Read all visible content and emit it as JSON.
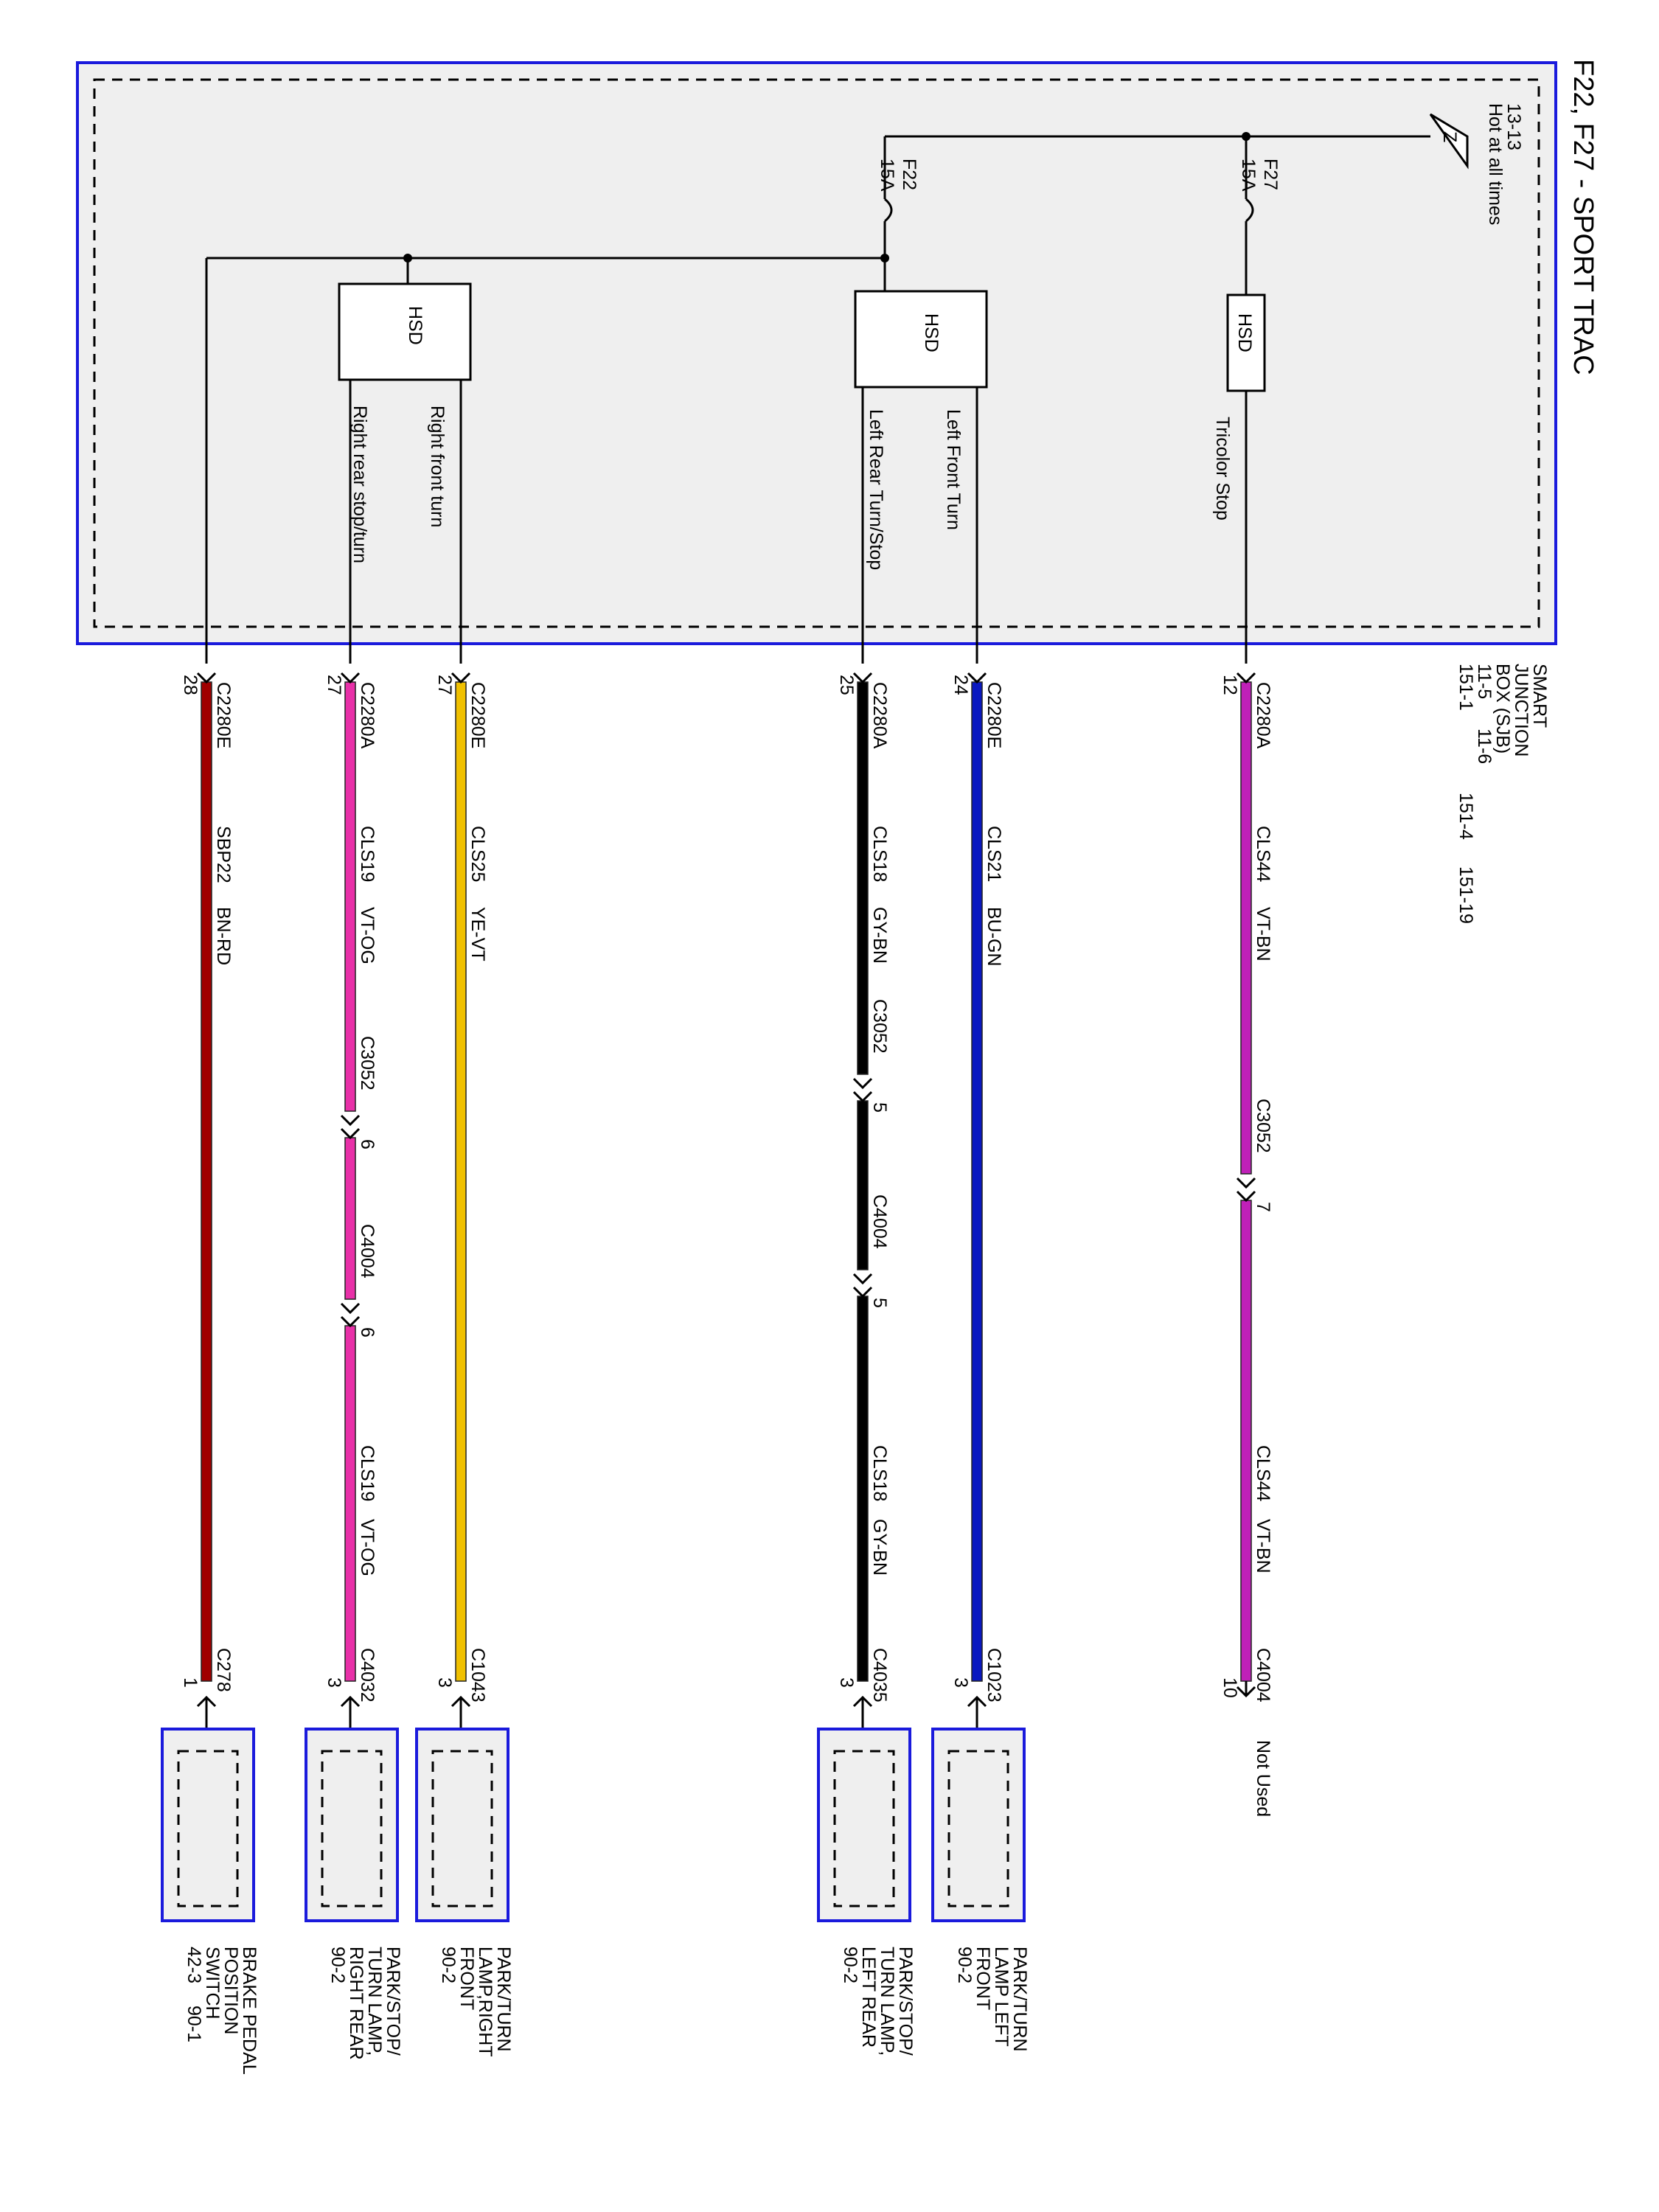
{
  "title": "F22, F27 - SPORT TRAC",
  "colors": {
    "frame": "#1a1adc",
    "module_fill": "#efefef",
    "wire_VT-BN": "#c020b8",
    "wire_BU-GN": "#0a18c0",
    "wire_GY-BN": "#000000",
    "wire_YE-VT": "#f0c000",
    "wire_VT-OG": "#e830a8",
    "wire_BN-RD": "#a00000"
  },
  "sjb": {
    "name_lines": [
      "SMART",
      "JUNCTION",
      "BOX (SJB)"
    ],
    "refs": [
      "11-5",
      "11-6",
      "151-1",
      "151-4",
      "151-19"
    ],
    "power": "Hot at all times",
    "power_ref": "13-13",
    "power_symbol": "Z"
  },
  "fuses": [
    {
      "id": "F27",
      "rating": "15A"
    },
    {
      "id": "F22",
      "rating": "15A"
    }
  ],
  "hsd_label": "HSD",
  "outputs": [
    "Tricolor Stop",
    "Left Front Turn",
    "Left Rear Turn/Stop",
    "Right front turn",
    "Right rear stop/turn"
  ],
  "circuits": [
    {
      "connector": "C2280A",
      "pin": "12",
      "circuit": "CLS44",
      "color": "VT-BN",
      "splices": [
        {
          "conn": "C3052",
          "pin": "7"
        }
      ],
      "circuit2": "CLS44",
      "color2": "VT-BN",
      "end_connector": "C4004",
      "end_pin": "10",
      "destination": "Not Used"
    },
    {
      "connector": "C2280E",
      "pin": "24",
      "circuit": "CLS21",
      "color": "BU-GN",
      "end_connector": "C1023",
      "end_pin": "3",
      "component_lines": [
        "PARK/TURN",
        "LAMP LEFT",
        "FRONT",
        "90-2"
      ]
    },
    {
      "connector": "C2280A",
      "pin": "25",
      "circuit": "CLS18",
      "color": "GY-BN",
      "splices": [
        {
          "conn": "C3052",
          "pin": "5"
        },
        {
          "conn": "C4004",
          "pin": "5"
        }
      ],
      "circuit2": "CLS18",
      "color2": "GY-BN",
      "end_connector": "C4035",
      "end_pin": "3",
      "component_lines": [
        "PARK/STOP/",
        "TURN LAMP,",
        "LEFT REAR",
        "90-2"
      ]
    },
    {
      "connector": "C2280E",
      "pin": "27",
      "circuit": "CLS25",
      "color": "YE-VT",
      "end_connector": "C1043",
      "end_pin": "3",
      "component_lines": [
        "PARK/TURN",
        "LAMP,RIGHT",
        "FRONT",
        "90-2"
      ]
    },
    {
      "connector": "C2280A",
      "pin": "27",
      "circuit": "CLS19",
      "color": "VT-OG",
      "splices": [
        {
          "conn": "C3052",
          "pin": "6"
        },
        {
          "conn": "C4004",
          "pin": "6"
        }
      ],
      "circuit2": "CLS19",
      "color2": "VT-OG",
      "end_connector": "C4032",
      "end_pin": "3",
      "component_lines": [
        "PARK/STOP/",
        "TURN LAMP,",
        "RIGHT REAR",
        "90-2"
      ]
    },
    {
      "connector": "C2280E",
      "pin": "28",
      "circuit": "SBP22",
      "color": "BN-RD",
      "end_connector": "C278",
      "end_pin": "1",
      "component_lines": [
        "BRAKE PEDAL",
        "POSITION",
        "SWITCH",
        "42-3",
        "90-1"
      ]
    }
  ]
}
